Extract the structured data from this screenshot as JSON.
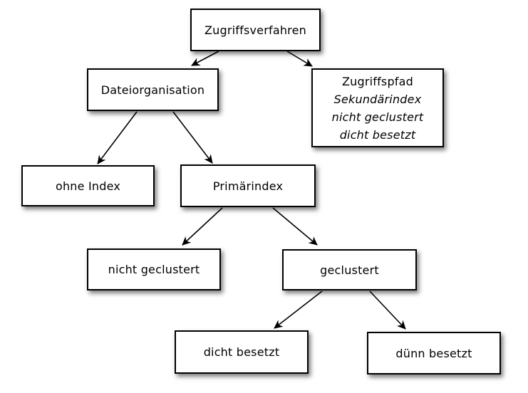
{
  "diagram": {
    "colors": {
      "background": "#ffffff",
      "box_fill": "#ffffff",
      "box_border": "#000000",
      "text": "#000000",
      "arrow": "#000000"
    },
    "nodes": {
      "zugriffsverfahren": {
        "label": "Zugriffsverfahren"
      },
      "dateiorganisation": {
        "label": "Dateiorganisation"
      },
      "zugriffspfad": {
        "label": "Zugriffspfad",
        "sublines": [
          "Sekundärindex",
          "nicht geclustert",
          "dicht besetzt"
        ]
      },
      "ohne_index": {
        "label": "ohne Index"
      },
      "primaerindex": {
        "label": "Primärindex"
      },
      "nicht_geclustert": {
        "label": "nicht geclustert"
      },
      "geclustert": {
        "label": "geclustert"
      },
      "dicht_besetzt": {
        "label": "dicht besetzt"
      },
      "duenn_besetzt": {
        "label": "dünn besetzt"
      }
    },
    "edges": [
      {
        "from": "zugriffsverfahren",
        "to": "dateiorganisation"
      },
      {
        "from": "zugriffsverfahren",
        "to": "zugriffspfad"
      },
      {
        "from": "dateiorganisation",
        "to": "ohne_index"
      },
      {
        "from": "dateiorganisation",
        "to": "primaerindex"
      },
      {
        "from": "primaerindex",
        "to": "nicht_geclustert"
      },
      {
        "from": "primaerindex",
        "to": "geclustert"
      },
      {
        "from": "geclustert",
        "to": "dicht_besetzt"
      },
      {
        "from": "geclustert",
        "to": "duenn_besetzt"
      }
    ]
  }
}
